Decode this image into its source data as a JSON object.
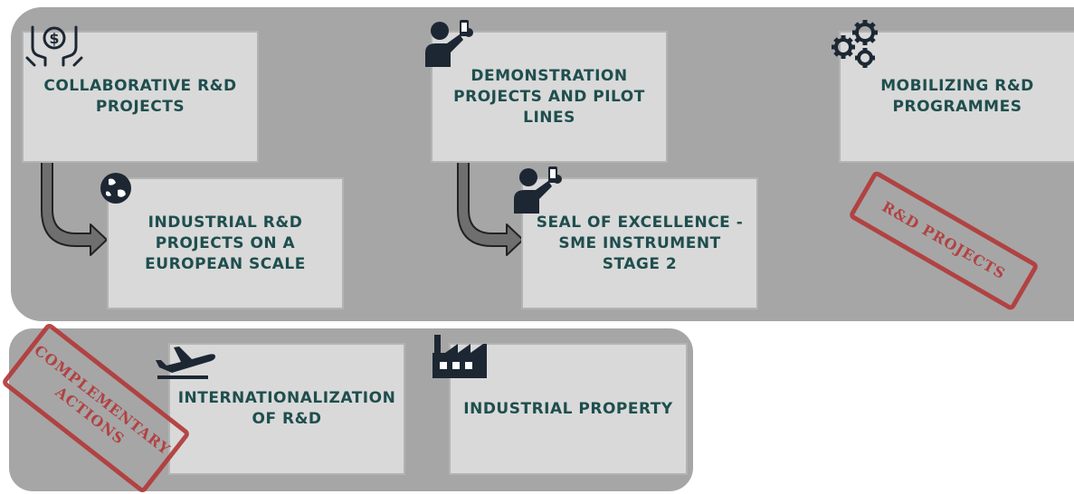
{
  "groups": {
    "rd_projects_stamp": "R&D PROJECTS",
    "complementary_stamp": "COMPLEMENTARY ACTIONS"
  },
  "boxes": {
    "collaborative": "COLLABORATIVE R&D PROJECTS",
    "industrial_european": "INDUSTRIAL R&D PROJECTS ON A EUROPEAN SCALE",
    "demonstration": "DEMONSTRATION PROJECTS AND PILOT LINES",
    "seal": "SEAL OF EXCELLENCE - SME INSTRUMENT STAGE 2",
    "mobilizing": "MOBILIZING R&D PROGRAMMES",
    "internationalization": "INTERNATIONALIZATION OF R&D",
    "industrial_property": "INDUSTRIAL PROPERTY"
  },
  "icons": {
    "collaborative": "hands-money-icon",
    "industrial_european": "globe-icon",
    "demonstration": "person-phone-icon",
    "seal": "person-phone-icon",
    "mobilizing": "gears-icon",
    "internationalization": "airplane-icon",
    "industrial_property": "factory-icon"
  },
  "colors": {
    "panel": "#a6a6a6",
    "box": "#d9d9d9",
    "text": "#1f4e4e",
    "stamp": "#b23a3a",
    "icon": "#1c2733"
  }
}
